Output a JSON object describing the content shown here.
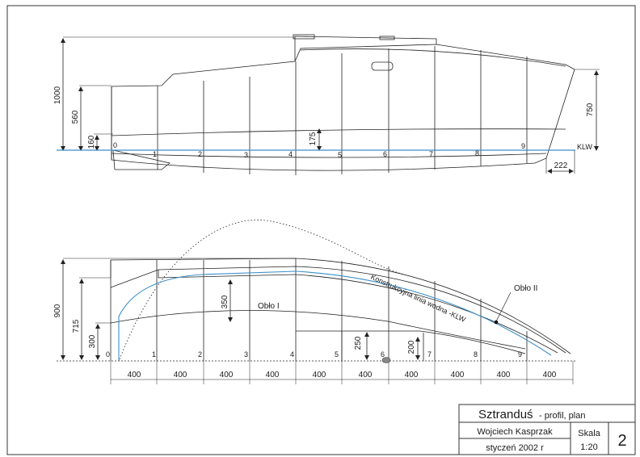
{
  "title_block": {
    "project_name": "Sztranduś",
    "drawing_type": "- profil, plan",
    "author": "Wojciech Kasprzak",
    "date": "styczeń 2002 r",
    "scale_label": "Skala",
    "scale_value": "1:20",
    "sheet_number": "2"
  },
  "profile_view": {
    "dimensions": {
      "overall_height": "1000",
      "cabin_side": "560",
      "freeboard_low": "160",
      "step": "175",
      "stern_height": "750",
      "overhang": "222"
    },
    "waterline_label": "KLW",
    "stations": [
      "0",
      "1",
      "2",
      "3",
      "4",
      "5",
      "6",
      "7",
      "8",
      "9"
    ]
  },
  "plan_view": {
    "dimensions": {
      "overall_height": "900",
      "sheer_height": "715",
      "bilge_height": "300",
      "cabin_depth": "350",
      "inner_250": "250",
      "inner_200": "200"
    },
    "labels": {
      "chine_1": "Obło I",
      "chine_2": "Obło II",
      "waterline_text": "Konstrukcyjna linia wodna -KLW"
    },
    "stations": [
      "0",
      "1",
      "2",
      "3",
      "4",
      "5",
      "6",
      "7",
      "8",
      "9"
    ],
    "station_spacing": [
      "400",
      "400",
      "400",
      "400",
      "400",
      "400",
      "400",
      "400",
      "400",
      "400"
    ]
  },
  "colors": {
    "line": "#222222",
    "waterline": "#3a8fc9",
    "border": "#333333"
  }
}
